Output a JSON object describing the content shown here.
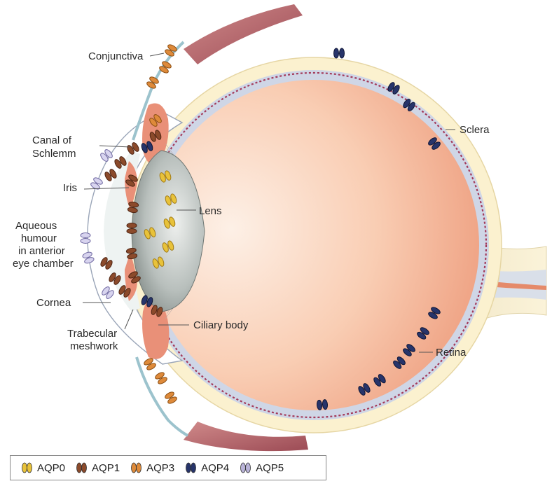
{
  "labels": {
    "conjunctiva": "Conjunctiva",
    "canal_line1": "Canal of",
    "canal_line2": "Schlemm",
    "iris": "Iris",
    "aqueous_line1": "Aqueous",
    "aqueous_line2": "humour",
    "aqueous_line3": "in anterior",
    "aqueous_line4": "eye chamber",
    "cornea": "Cornea",
    "trabecular_line1": "Trabecular",
    "trabecular_line2": "meshwork",
    "lens": "Lens",
    "ciliary_body": "Ciliary body",
    "sclera": "Sclera",
    "retina": "Retina"
  },
  "legend": [
    {
      "label": "AQP0",
      "color": "#e8c23a"
    },
    {
      "label": "AQP1",
      "color": "#8b4a2b"
    },
    {
      "label": "AQP3",
      "color": "#de8a3a"
    },
    {
      "label": "AQP4",
      "color": "#27346a"
    },
    {
      "label": "AQP5",
      "color": "#b9b3d8"
    }
  ],
  "colors": {
    "sclera": "#fbf1cf",
    "eye_interior": "#f4b494",
    "lens": "#9fa8a5",
    "retina_band": "#cfd6e6",
    "muscle": "#b8616a",
    "ciliary": "#e99078"
  }
}
